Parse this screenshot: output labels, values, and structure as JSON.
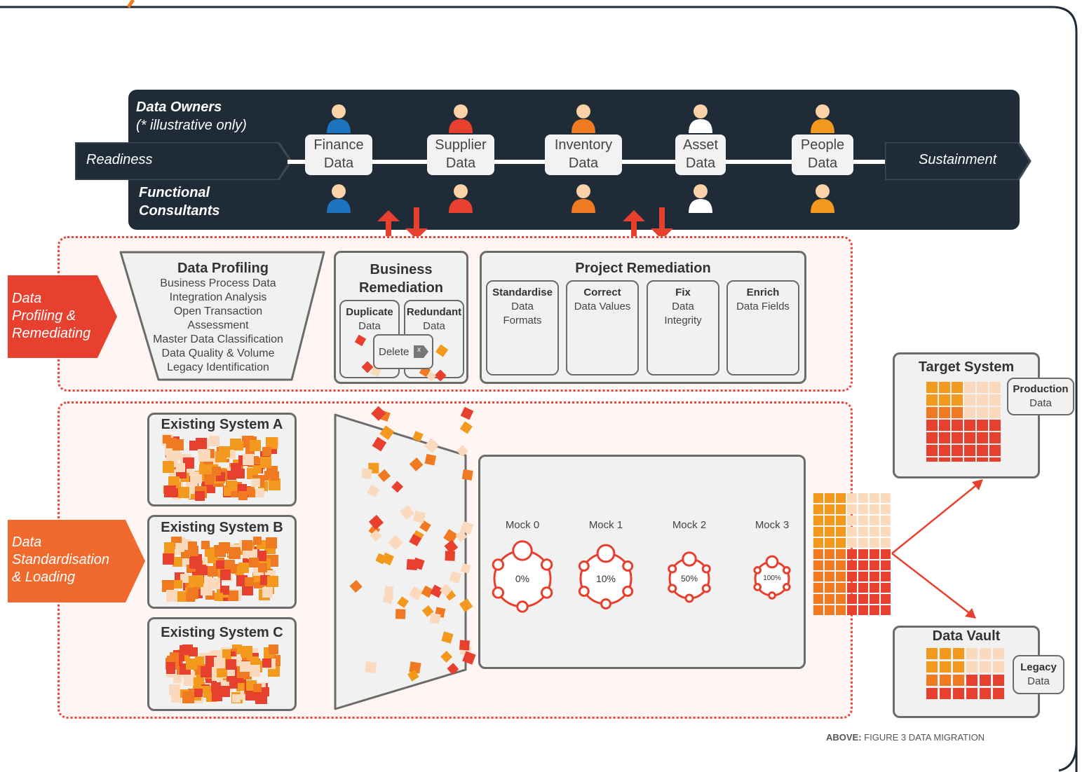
{
  "banner": {
    "owners_label": "Data Owners",
    "owners_note": "(* illustrative only)",
    "readiness": "Readiness",
    "sustainment": "Sustainment",
    "consultants_label_1": "Functional",
    "consultants_label_2": "Consultants",
    "domains": [
      {
        "line1": "Finance",
        "line2": "Data",
        "color": "#1e73be"
      },
      {
        "line1": "Supplier",
        "line2": "Data",
        "color": "#e8402f"
      },
      {
        "line1": "Inventory",
        "line2": "Data",
        "color": "#f07a22"
      },
      {
        "line1": "Asset",
        "line2": "Data",
        "color": "#ffffff"
      },
      {
        "line1": "People",
        "line2": "Data",
        "color": "#f39a1e"
      }
    ]
  },
  "profiling": {
    "flag_line1": "Data",
    "flag_line2": "Profiling &",
    "flag_line3": "Remediating",
    "data_profiling_title": "Data Profiling",
    "data_profiling_items": [
      "Business Process Data",
      "Integration Analysis",
      "Open Transaction",
      "Assessment",
      "Master Data Classification",
      "Data Quality & Volume",
      "Legacy Identification"
    ],
    "business_title_1": "Business",
    "business_title_2": "Remediation",
    "duplicate_title": "Duplicate",
    "duplicate_sub": "Data",
    "redundant_title": "Redundant",
    "redundant_sub": "Data",
    "delete_label": "Delete",
    "delete_x": "x",
    "project_title": "Project Remediation",
    "project_items": [
      {
        "title": "Standardise",
        "line1": "Data",
        "line2": "Formats"
      },
      {
        "title": "Correct",
        "line1": "Data Values",
        "line2": ""
      },
      {
        "title": "Fix",
        "line1": "Data",
        "line2": "Integrity"
      },
      {
        "title": "Enrich",
        "line1": "Data Fields",
        "line2": ""
      }
    ]
  },
  "loading": {
    "flag_line1": "Data",
    "flag_line2": "Standardisation",
    "flag_line3": "& Loading",
    "systems": [
      "Existing System A",
      "Existing System B",
      "Existing System C"
    ],
    "mocks": [
      {
        "label": "Mock 0",
        "pct": "0%"
      },
      {
        "label": "Mock 1",
        "pct": "10%"
      },
      {
        "label": "Mock 2",
        "pct": "50%"
      },
      {
        "label": "Mock 3",
        "pct": "100%"
      }
    ]
  },
  "targets": {
    "target_title": "Target System",
    "production_1": "Production",
    "production_2": "Data",
    "vault_title": "Data Vault",
    "legacy_1": "Legacy",
    "legacy_2": "Data"
  },
  "caption": {
    "bold": "ABOVE:",
    "text": " FIGURE 3 DATA MIGRATION"
  },
  "colors": {
    "red": "#e8402f",
    "orange": "#f07a22",
    "amber": "#f39a1e",
    "peach": "#fbd9bc",
    "dark": "#1f2b36"
  }
}
